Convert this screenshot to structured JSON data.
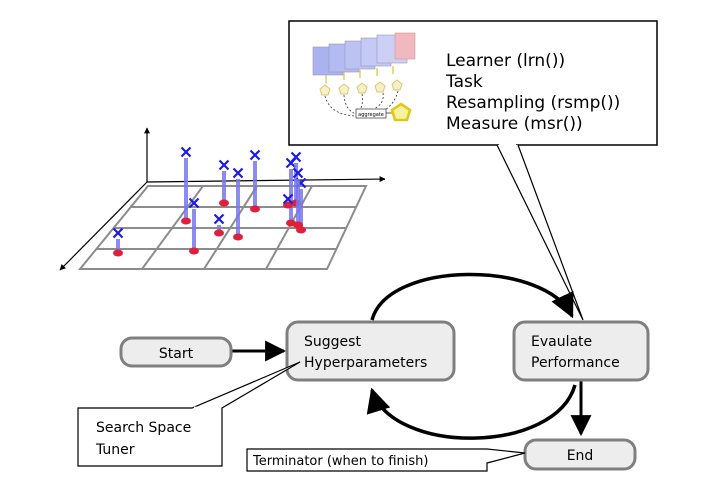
{
  "legend": {
    "items": [
      "Learner (lrn())",
      "Task",
      "Resampling (rsmp())",
      "Measure (msr())"
    ],
    "mini_label": "aggregate"
  },
  "nodes": {
    "start": "Start",
    "suggest_line1": "Suggest",
    "suggest_line2": "Hyperparameters",
    "evaluate_line1": "Evaulate",
    "evaluate_line2": "Performance",
    "end": "End"
  },
  "callouts": {
    "search_line1": "Search Space",
    "search_line2": "Tuner",
    "terminator": "Terminator (when to finish)"
  },
  "colors": {
    "node_fill": "#ededed",
    "node_stroke": "#7f7f7f",
    "point_x": "#1a1ae6",
    "point_base": "#e0203a",
    "stem": "#7777ee",
    "grid": "#8c8c8c"
  }
}
